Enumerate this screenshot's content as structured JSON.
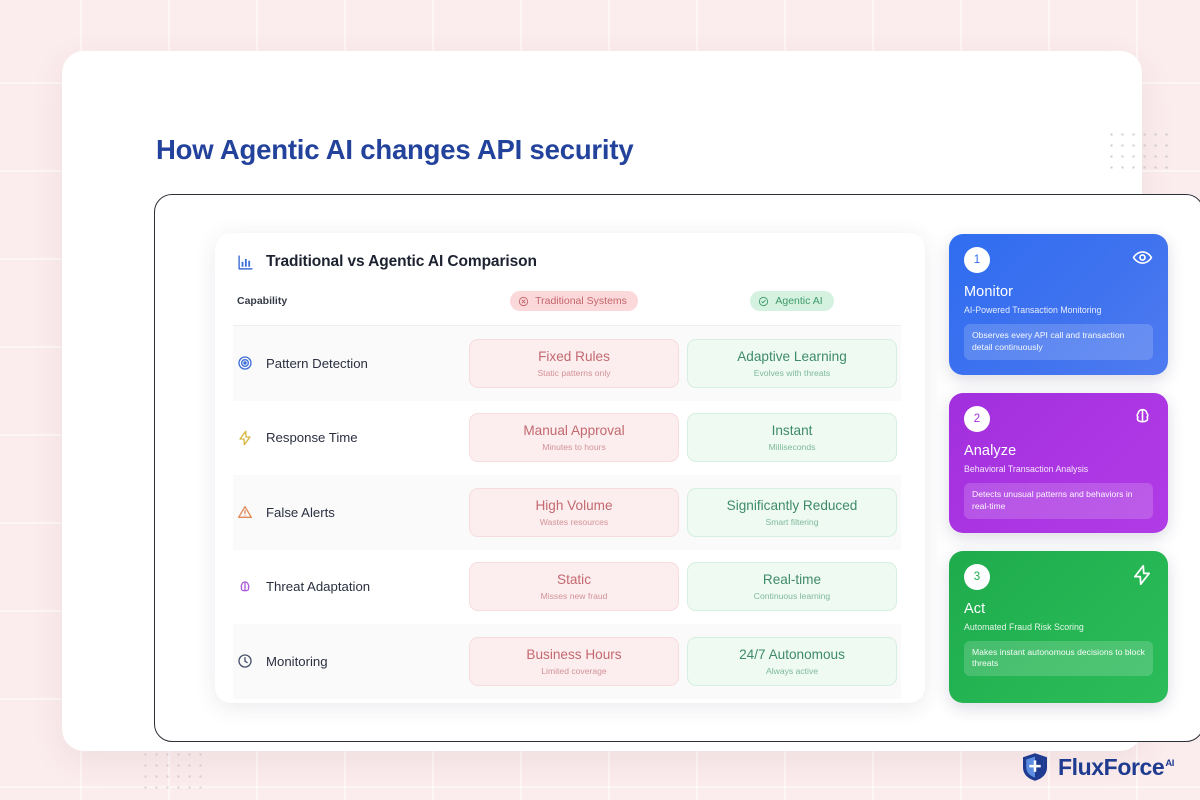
{
  "page": {
    "title": "How Agentic AI changes API security",
    "background_color": "#fbeced",
    "title_color": "#23429c"
  },
  "comparison": {
    "icon": "bar-chart-icon",
    "title": "Traditional vs Agentic AI Comparison",
    "capability_header": "Capability",
    "columns": [
      {
        "label": "Traditional Systems",
        "icon": "x-circle-icon",
        "tone": "negative",
        "bg": "#fbd8d9",
        "color": "#c3676c"
      },
      {
        "label": "Agentic AI",
        "icon": "check-circle-icon",
        "tone": "positive",
        "bg": "#d4f2df",
        "color": "#3f9b6b"
      }
    ],
    "rows": [
      {
        "icon": "target-icon",
        "capability": "Pattern Detection",
        "traditional": {
          "main": "Fixed Rules",
          "sub": "Static patterns only"
        },
        "agentic": {
          "main": "Adaptive Learning",
          "sub": "Evolves with threats"
        }
      },
      {
        "icon": "lightning-icon",
        "capability": "Response Time",
        "traditional": {
          "main": "Manual Approval",
          "sub": "Minutes to hours"
        },
        "agentic": {
          "main": "Instant",
          "sub": "Milliseconds"
        }
      },
      {
        "icon": "warning-triangle-icon",
        "capability": "False Alerts",
        "traditional": {
          "main": "High Volume",
          "sub": "Wastes resources"
        },
        "agentic": {
          "main": "Significantly Reduced",
          "sub": "Smart filtering"
        }
      },
      {
        "icon": "brain-icon",
        "capability": "Threat Adaptation",
        "traditional": {
          "main": "Static",
          "sub": "Misses new fraud"
        },
        "agentic": {
          "main": "Real-time",
          "sub": "Continuous learning"
        }
      },
      {
        "icon": "clock-icon",
        "capability": "Monitoring",
        "traditional": {
          "main": "Business Hours",
          "sub": "Limited coverage"
        },
        "agentic": {
          "main": "24/7 Autonomous",
          "sub": "Always active"
        }
      }
    ]
  },
  "steps": [
    {
      "number": "1",
      "title": "Monitor",
      "subtitle": "AI-Powered Transaction Monitoring",
      "note": "Observes every API call and transaction detail continuously",
      "icon": "eye-icon",
      "color": "#2f6df0"
    },
    {
      "number": "2",
      "title": "Analyze",
      "subtitle": "Behavioral Transaction Analysis",
      "note": "Detects unusual patterns and behaviors in real-time",
      "icon": "brain-icon",
      "color": "#a12fdd"
    },
    {
      "number": "3",
      "title": "Act",
      "subtitle": "Automated Fraud Risk Scoring",
      "note": "Makes instant autonomous decisions to block threats",
      "icon": "lightning-icon",
      "color": "#1eab4c"
    }
  ],
  "brand": {
    "icon": "shield-logo-icon",
    "name": "FluxForce",
    "superscript": "AI",
    "color": "#1f3b8f"
  }
}
